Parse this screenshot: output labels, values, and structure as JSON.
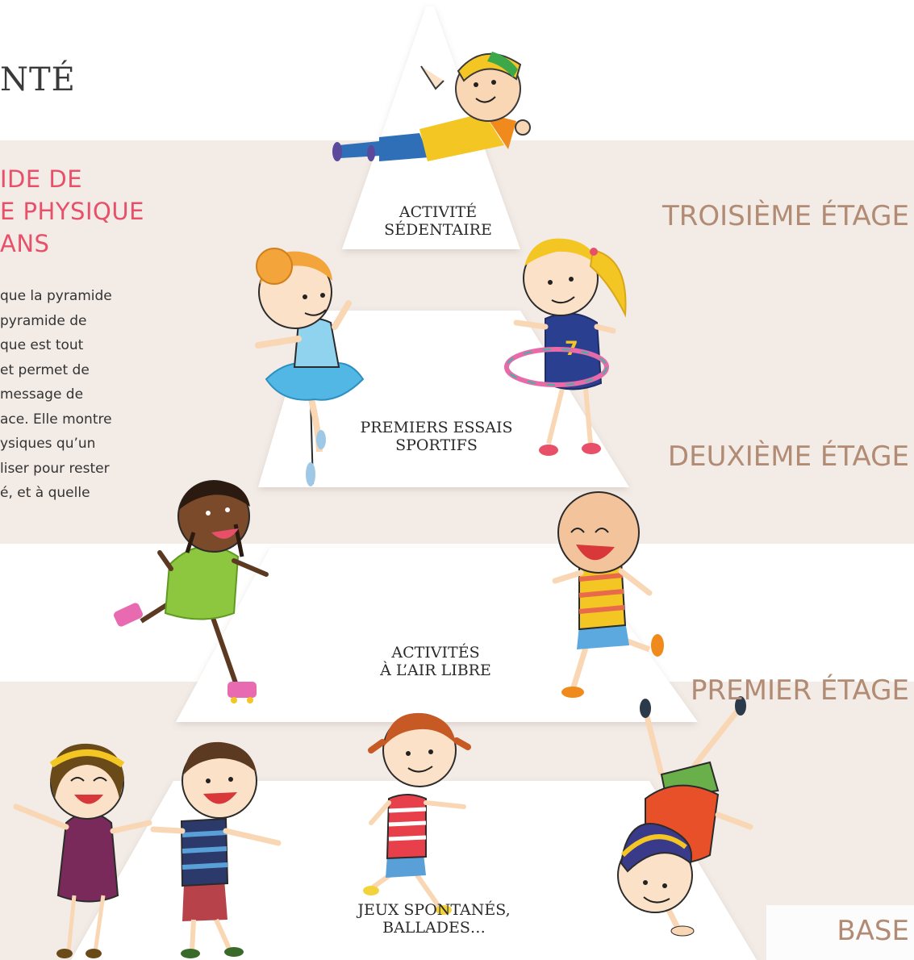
{
  "page": {
    "title_fragment": "NTÉ",
    "heading_lines": [
      "IDE DE",
      "E PHYSIQUE",
      "ANS"
    ],
    "body_lines": [
      "que la pyramide",
      "pyramide de",
      "que est tout",
      "et permet de",
      "message de",
      "ace. Elle montre",
      "ysiques qu’un",
      "liser pour rester",
      "é, et à quelle"
    ]
  },
  "pyramid": {
    "levels": [
      {
        "lines": [
          "ACTIVITÉ",
          "SÉDENTAIRE"
        ]
      },
      {
        "lines": [
          "PREMIERS ESSAIS",
          "SPORTIFS"
        ]
      },
      {
        "lines": [
          "ACTIVITÉS",
          "À L’AIR LIBRE"
        ]
      },
      {
        "lines": [
          "JEUX SPONTANÉS,",
          "BALLADES…"
        ]
      }
    ],
    "floors": [
      "TROISIÈME ÉTAGE",
      "DEUXIÈME ÉTAGE",
      "PREMIER ÉTAGE",
      "BASE"
    ]
  },
  "colors": {
    "band": "#f2ebe6",
    "heading": "#e8506a",
    "floor_label": "#b18b74",
    "text": "#333333"
  }
}
